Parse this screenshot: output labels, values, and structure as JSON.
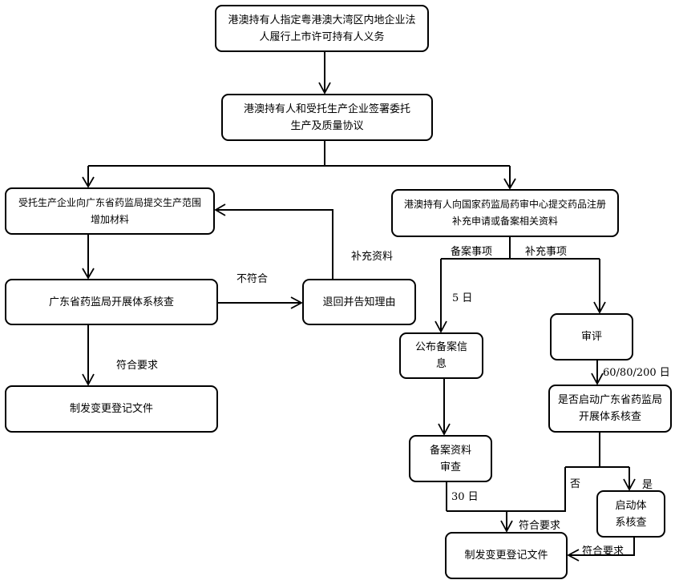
{
  "nodes": {
    "designate": "港澳持有人指定粤港澳大湾区内地企业法人履行上市许可持有人义务",
    "agreement": "港澳持有人和受托生产企业签署委托生产及质量协议",
    "submit_scope": "受托生产企业向广东省药监局提交生产范围增加材料",
    "submit_nmpa": "港澳持有人向国家药监局药审中心提交药品注册补充申请或备案相关资料",
    "gd_inspection": "广东省药监局开展体系核查",
    "return_reason": "退回并告知理由",
    "issue_left": "制发变更登记文件",
    "publish_filing": "公布备案信息",
    "review": "审评",
    "decide_inspection": "是否启动广东省药监局开展体系核查",
    "filing_review": "备案资料审查",
    "start_inspection": "启动体系核查",
    "issue_right": "制发变更登记文件"
  },
  "labels": {
    "not_compliant": "不符合",
    "supplement_materials": "补充资料",
    "compliant_left": "符合要求",
    "filing_items": "备案事项",
    "supplement_items": "补充事项",
    "five_days": "5 日",
    "review_days": "60/80/200 日",
    "thirty_days": "30 日",
    "no": "否",
    "yes": "是",
    "compliant_bottom": "符合要求",
    "compliant_right": "符合要求"
  }
}
